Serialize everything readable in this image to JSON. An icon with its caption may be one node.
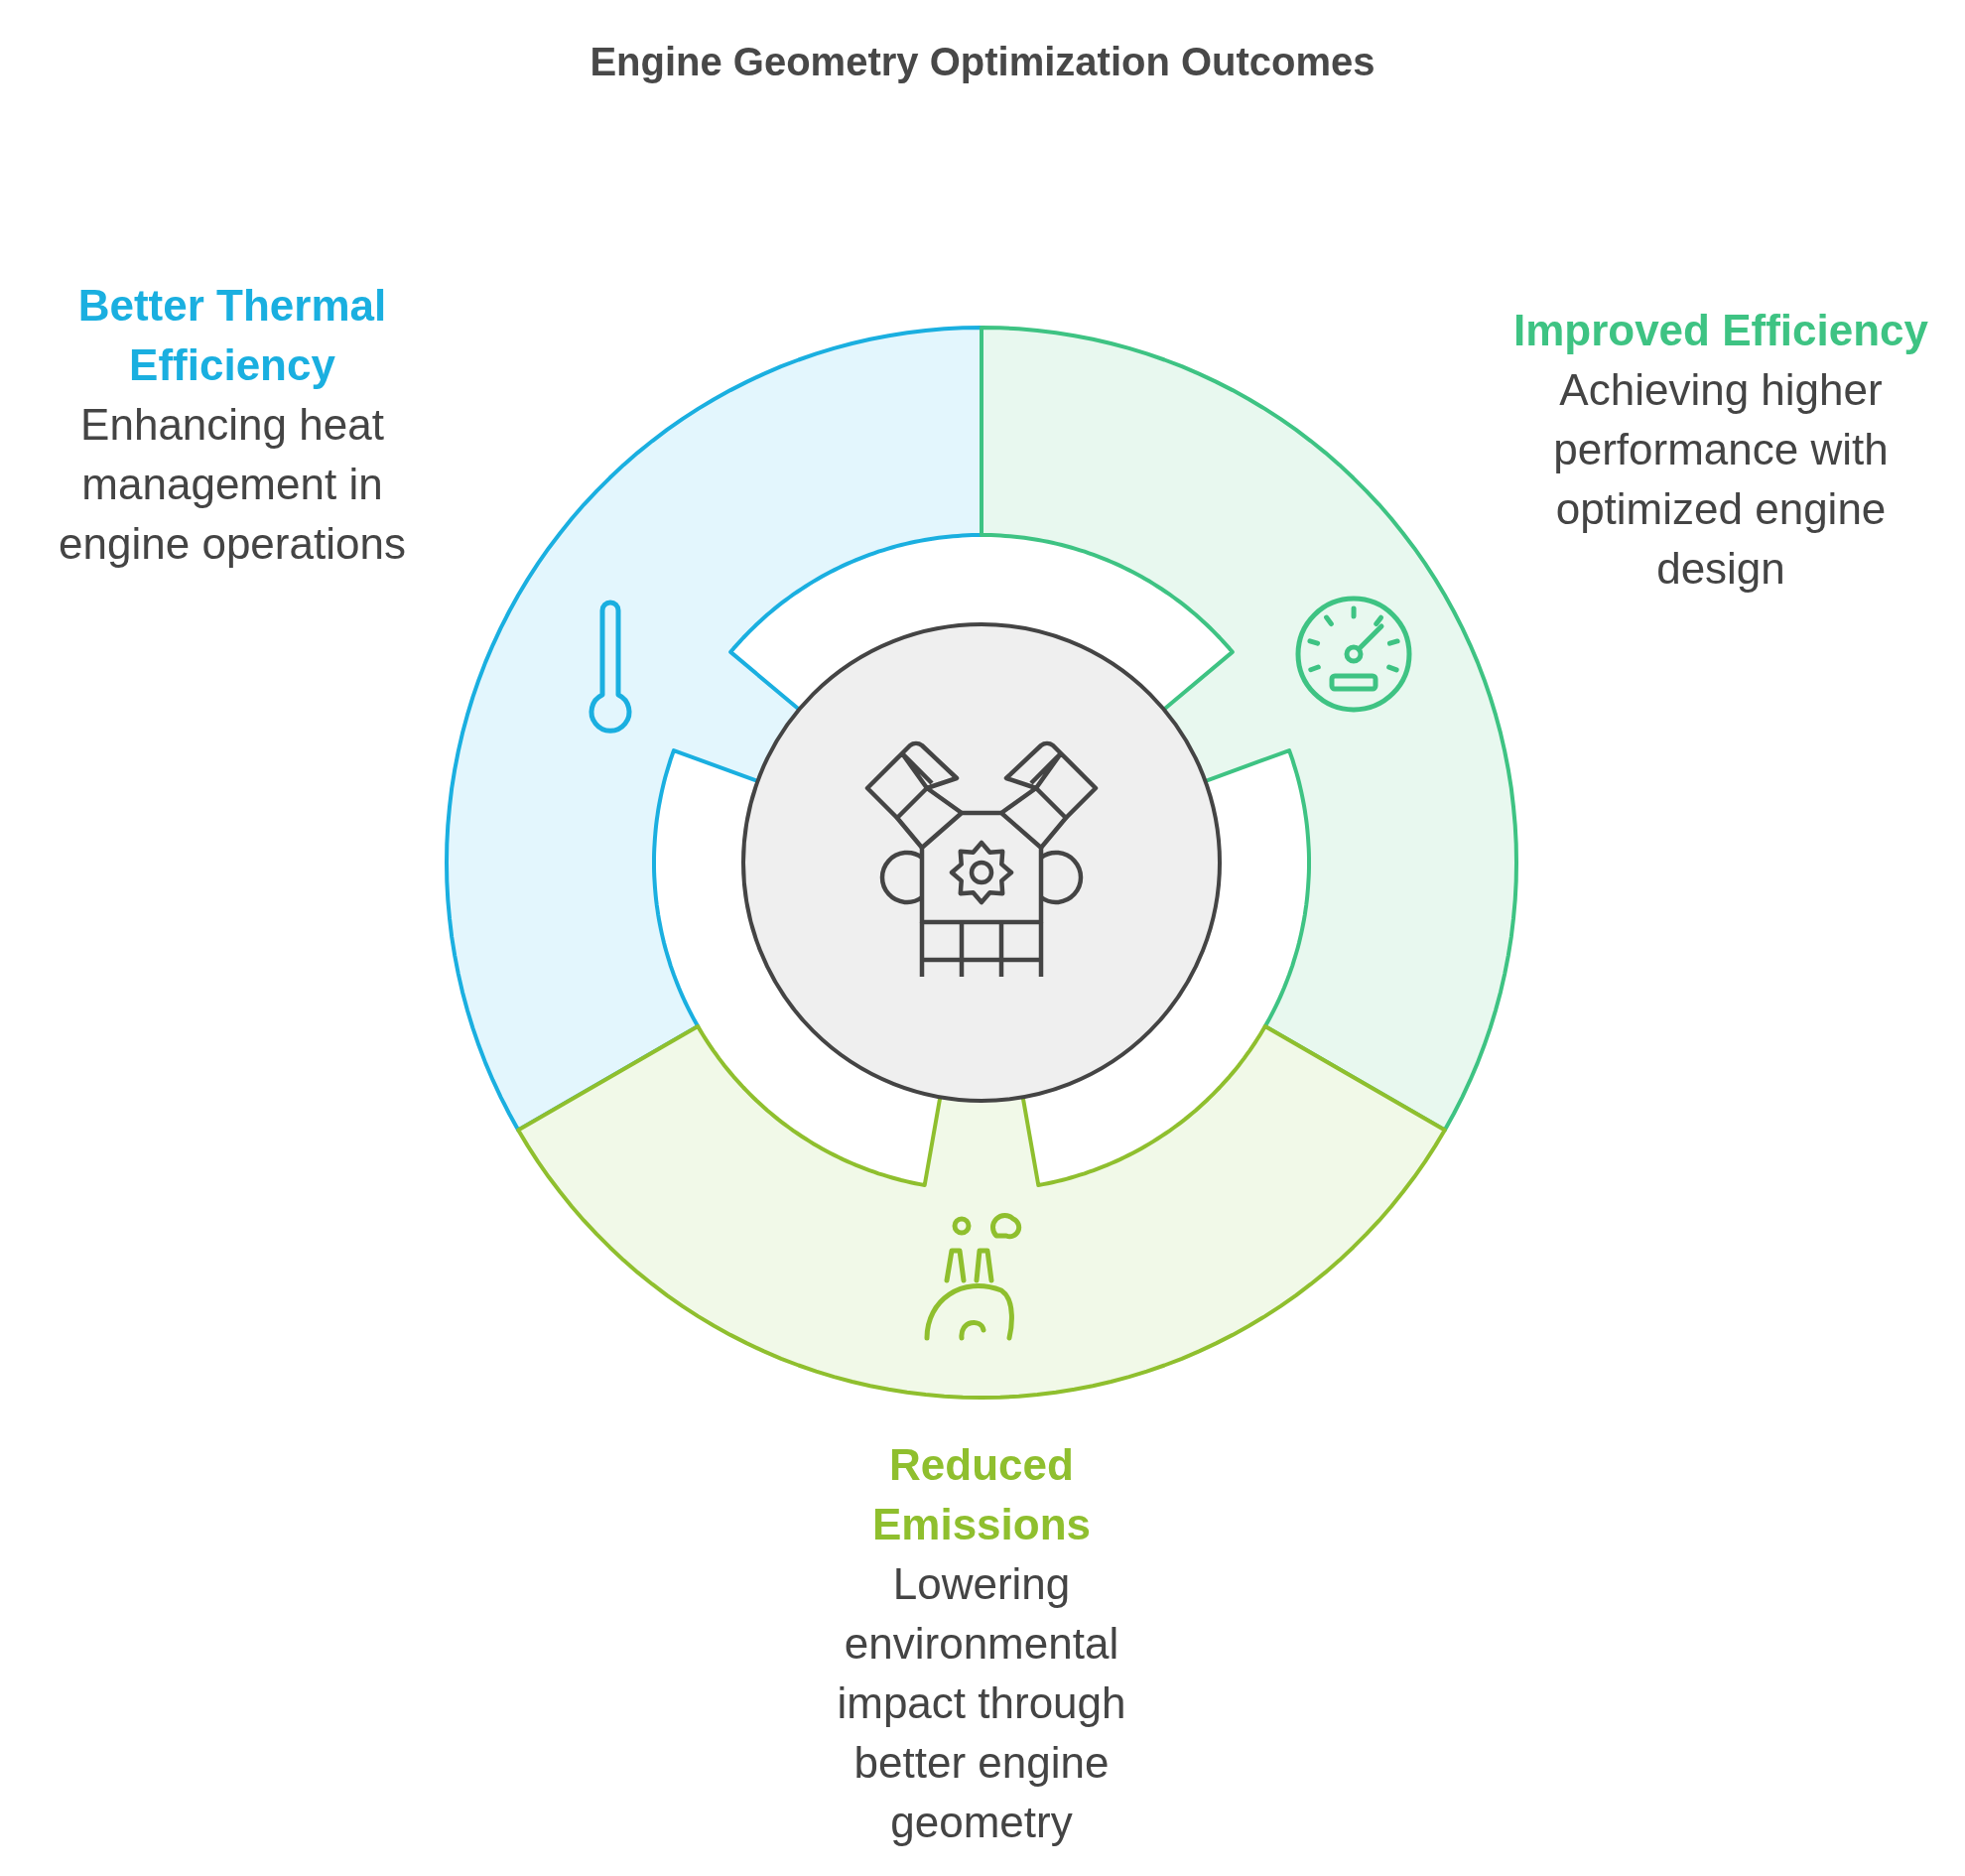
{
  "diagram": {
    "title": "Engine Geometry Optimization Outcomes",
    "nodes": [
      {
        "text": [
          "Better Thermal Efficiency",
          "Enhancing heat management in engine operations"
        ]
      },
      {
        "text": [
          "Improved Efficiency",
          "Achieving higher performance with optimized engine design"
        ]
      },
      {
        "text": [
          "Reduced Emissions",
          "Lowering environmental impact through better engine geometry"
        ]
      },
      {
        "text": [],
        "shape": "circle"
      }
    ],
    "edges": []
  }
}
